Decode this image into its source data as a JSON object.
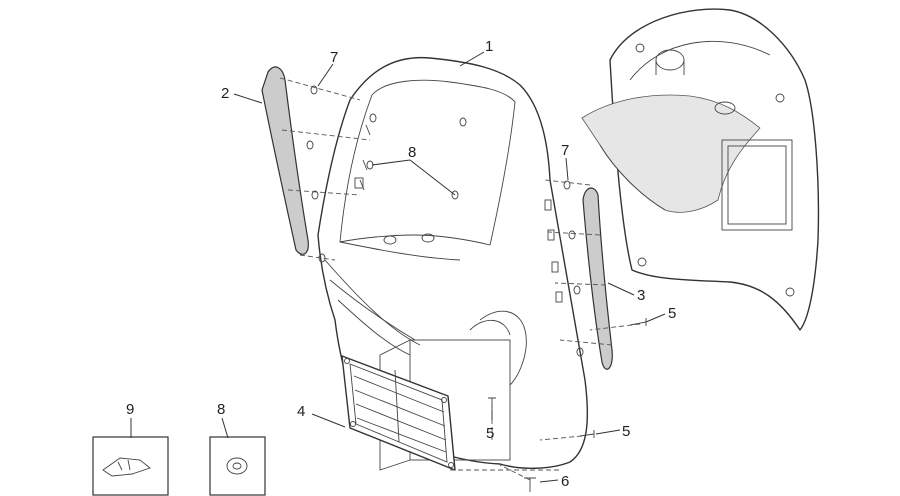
{
  "callouts": {
    "c1": "1",
    "c2": "2",
    "c3": "3",
    "c4": "4",
    "c5a": "5",
    "c5b": "5",
    "c5c": "5",
    "c6": "6",
    "c7a": "7",
    "c7b": "7",
    "c8a": "8",
    "c8b": "8",
    "c9": "9"
  }
}
